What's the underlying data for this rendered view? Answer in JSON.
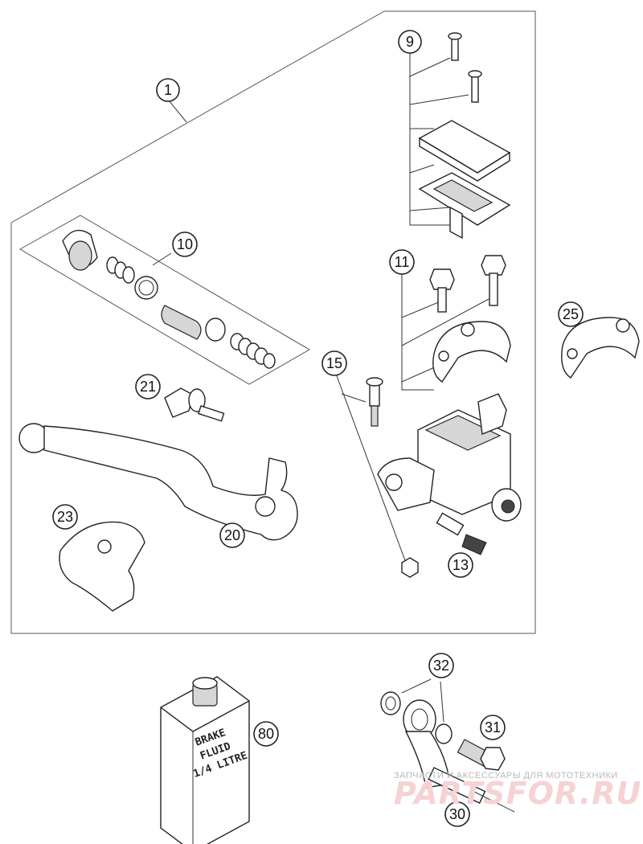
{
  "callouts": {
    "c1": "1",
    "c9": "9",
    "c10": "10",
    "c11": "11",
    "c13": "13",
    "c15": "15",
    "c20": "20",
    "c21": "21",
    "c23": "23",
    "c25": "25",
    "c30": "30",
    "c31": "31",
    "c32": "32",
    "c80": "80"
  },
  "bottle": {
    "line1": "BRAKE",
    "line2": "FLUID",
    "line3": "1/4 LITRE"
  },
  "watermark": {
    "caption": "ЗАПЧАСТИ И АКСЕССУАРЫ ДЛЯ МОТОТЕХНИКИ",
    "brand": "PARTSFOR.RU"
  }
}
